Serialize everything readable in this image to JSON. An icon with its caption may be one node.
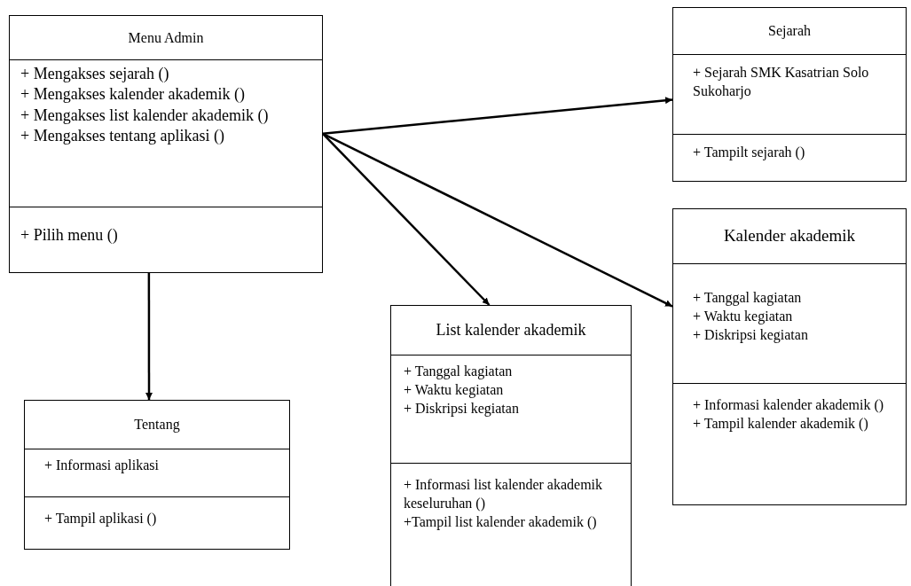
{
  "diagram": {
    "nodes": [
      {
        "text": [
          "Menu Admin",
          "+ Mengakses sejarah ()",
          "+ Mengakses kalender akademik ()",
          "+ Mengakses list kalender akademik ()",
          "+ Mengakses tentang aplikasi ()",
          "+ Pilih menu ()"
        ]
      },
      {
        "text": [
          "Sejarah",
          "+ Sejarah SMK Kasatrian Solo Sukoharjo",
          "+ Tampilt sejarah ()"
        ]
      },
      {
        "text": [
          "Kalender akademik",
          "+ Tanggal kagiatan",
          "+ Waktu kegiatan",
          "+ Diskripsi kegiatan",
          "+ Informasi kalender akademik ()",
          "+ Tampil kalender akademik ()"
        ]
      },
      {
        "text": [
          "List kalender akademik",
          "+ Tanggal kagiatan",
          "+ Waktu kegiatan",
          "+ Diskripsi kegiatan",
          "+ Informasi list kalender akademik keseluruhan ()",
          "+Tampil list kalender akademik ()"
        ]
      },
      {
        "text": [
          "Tentang",
          "+ Informasi aplikasi",
          "+ Tampil aplikasi ()"
        ]
      }
    ],
    "edges": [
      {
        "from": 0,
        "to": 1,
        "arrow": "to"
      },
      {
        "from": 0,
        "to": 3,
        "arrow": "to"
      },
      {
        "from": 0,
        "to": 2,
        "arrow": "to"
      },
      {
        "from": 0,
        "to": 4,
        "arrow": "to"
      }
    ]
  }
}
